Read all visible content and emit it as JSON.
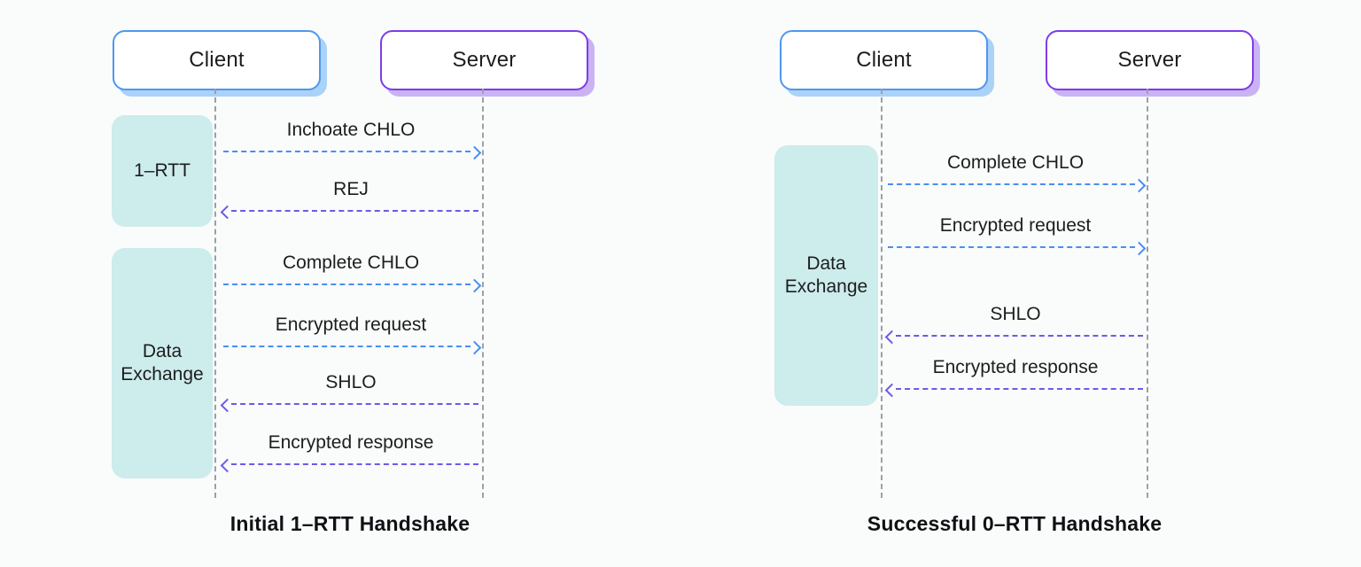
{
  "colors": {
    "background": "#fafbfb",
    "text": "#1d1d1f",
    "arrow_blue": "#4a8ef2",
    "arrow_purple": "#6a5be6",
    "region_teal": "#cdecec",
    "client_border": "#4f97f0",
    "client_shadow": "#abd2f8",
    "server_border": "#7e3ce8",
    "server_shadow": "#c9b3f5",
    "lifeline_gray": "#9ba1a6"
  },
  "diagrams": [
    {
      "caption": "Initial 1–RTT Handshake",
      "actors": [
        {
          "label": "Client"
        },
        {
          "label": "Server"
        }
      ],
      "regions": [
        {
          "label": "1–RTT"
        },
        {
          "label": "Data Exchange"
        }
      ],
      "messages": [
        {
          "label": "Inchoate CHLO",
          "direction": "right",
          "color": "blue"
        },
        {
          "label": "REJ",
          "direction": "left",
          "color": "purple"
        },
        {
          "label": "Complete CHLO",
          "direction": "right",
          "color": "blue"
        },
        {
          "label": "Encrypted request",
          "direction": "right",
          "color": "blue"
        },
        {
          "label": "SHLO",
          "direction": "left",
          "color": "purple"
        },
        {
          "label": "Encrypted response",
          "direction": "left",
          "color": "purple"
        }
      ]
    },
    {
      "caption": "Successful 0–RTT Handshake",
      "actors": [
        {
          "label": "Client"
        },
        {
          "label": "Server"
        }
      ],
      "regions": [
        {
          "label": "Data Exchange"
        }
      ],
      "messages": [
        {
          "label": "Complete CHLO",
          "direction": "right",
          "color": "blue"
        },
        {
          "label": "Encrypted request",
          "direction": "right",
          "color": "blue"
        },
        {
          "label": "SHLO",
          "direction": "left",
          "color": "purple"
        },
        {
          "label": "Encrypted response",
          "direction": "left",
          "color": "purple"
        }
      ]
    }
  ]
}
